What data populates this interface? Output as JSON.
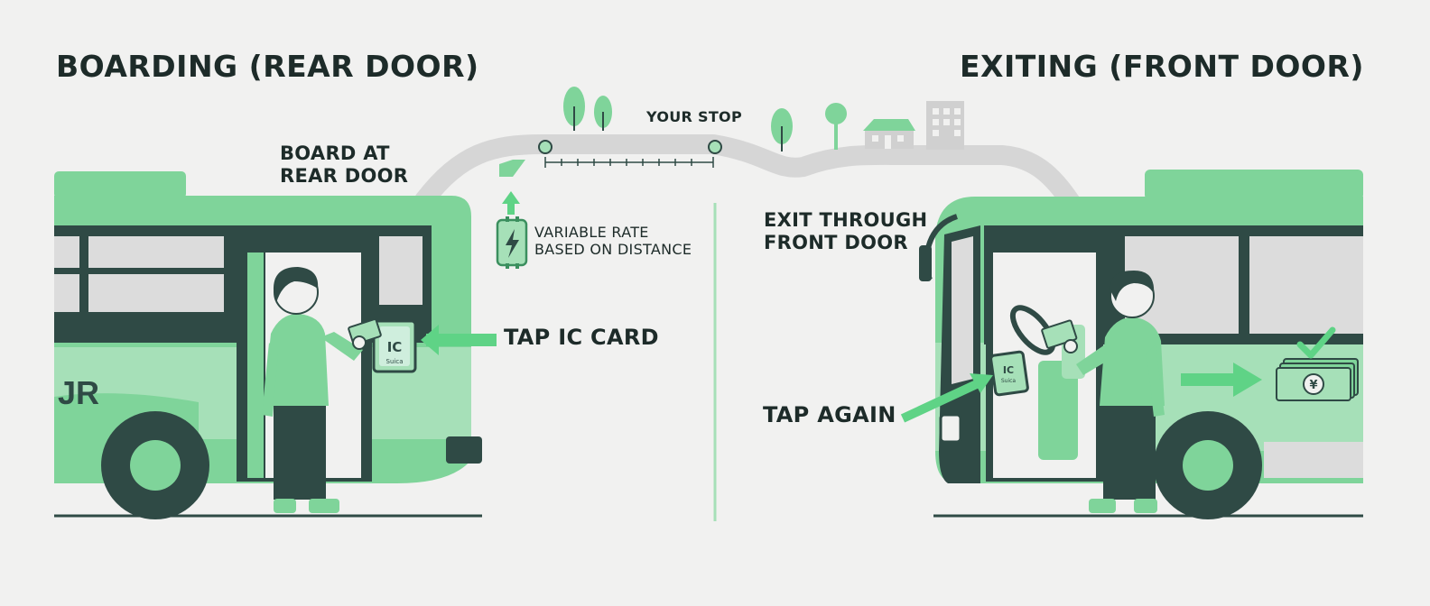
{
  "titles": {
    "boarding": "BOARDING (REAR DOOR)",
    "exiting": "EXITING (FRONT DOOR)"
  },
  "labels": {
    "board_at_rear_door": [
      "BOARD AT",
      "REAR DOOR"
    ],
    "your_stop": "YOUR STOP",
    "variable_rate": [
      "VARIABLE RATE",
      "BASED ON DISTANCE"
    ],
    "tap_ic_card": "TAP IC CARD",
    "exit_through_front_door": [
      "EXIT THROUGH",
      "FRONT DOOR"
    ],
    "tap_again": "TAP AGAIN"
  },
  "card_reader": {
    "text": "IC",
    "subtext": "Suica"
  },
  "bus_logo": "JR",
  "currency_symbol": "¥",
  "icons": [
    "lightning-icon",
    "up-arrow-icon",
    "right-arrow-icon",
    "check-icon",
    "yen-bills-icon",
    "tree-icon",
    "house-icon",
    "building-icon",
    "stop-marker-icon"
  ],
  "colors": {
    "green": "#7fd49a",
    "green_light": "#a6e0b8",
    "green_bright": "#5fd386",
    "dark": "#2f4a45",
    "grey_road": "#d6d6d6",
    "window": "#dcdcdc",
    "background": "#f1f1f0"
  }
}
